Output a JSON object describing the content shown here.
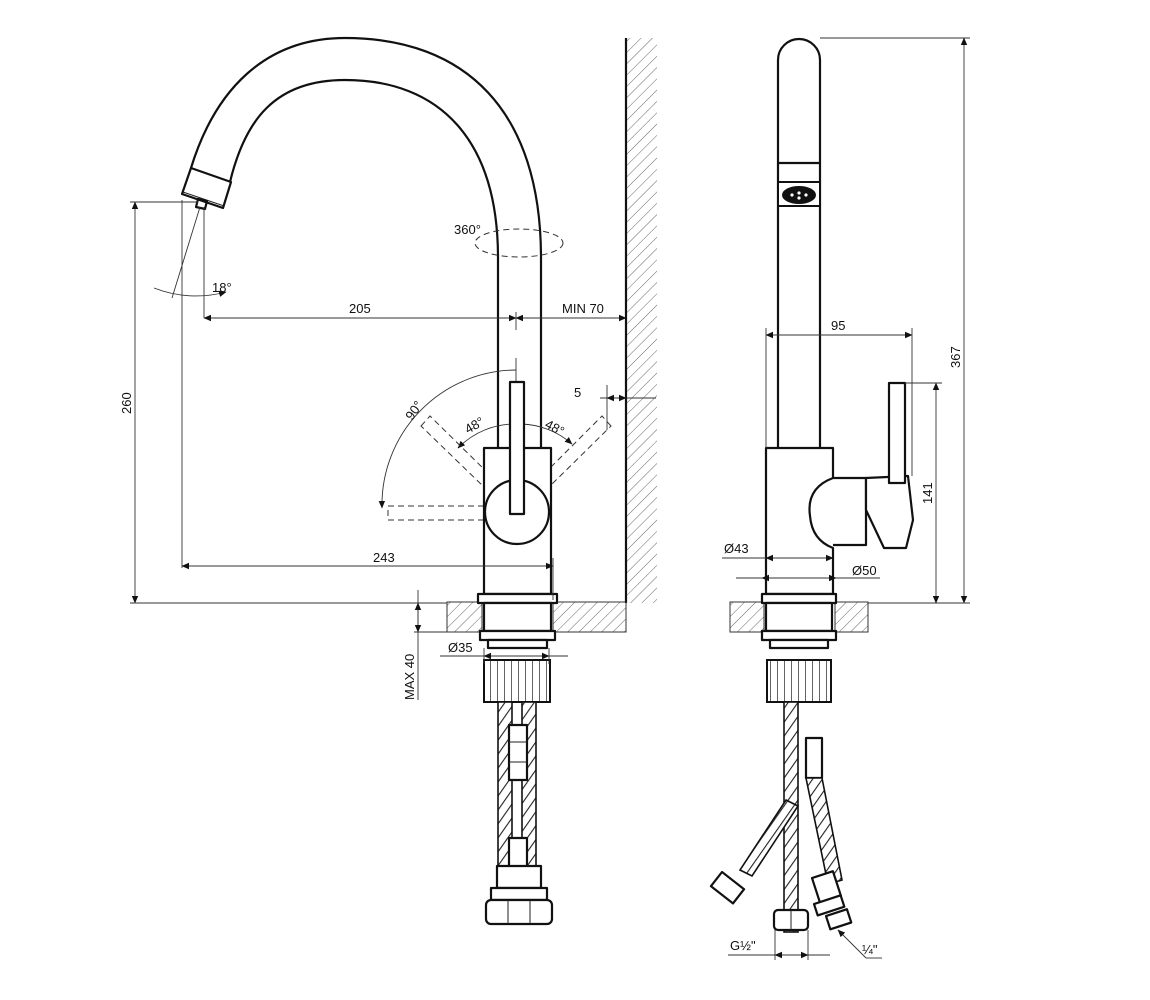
{
  "front_view": {
    "dims": {
      "height": "260",
      "reach": "205",
      "wall_min": "MIN 70",
      "overall_reach": "243",
      "handle_offset": "5",
      "hole": "Ø35",
      "deck_max": "MAX 40"
    },
    "angles": {
      "swivel": "360°",
      "spout_tilt": "18°",
      "lever_total": "90°",
      "lever_left": "48°",
      "lever_right": "48°"
    }
  },
  "side_view": {
    "dims": {
      "overall_height": "367",
      "lever_height": "141",
      "depth": "95",
      "body_dia": "Ø43",
      "base_dia": "Ø50",
      "inlet_thread": "G½\"",
      "hose_thread": "¼\""
    }
  }
}
